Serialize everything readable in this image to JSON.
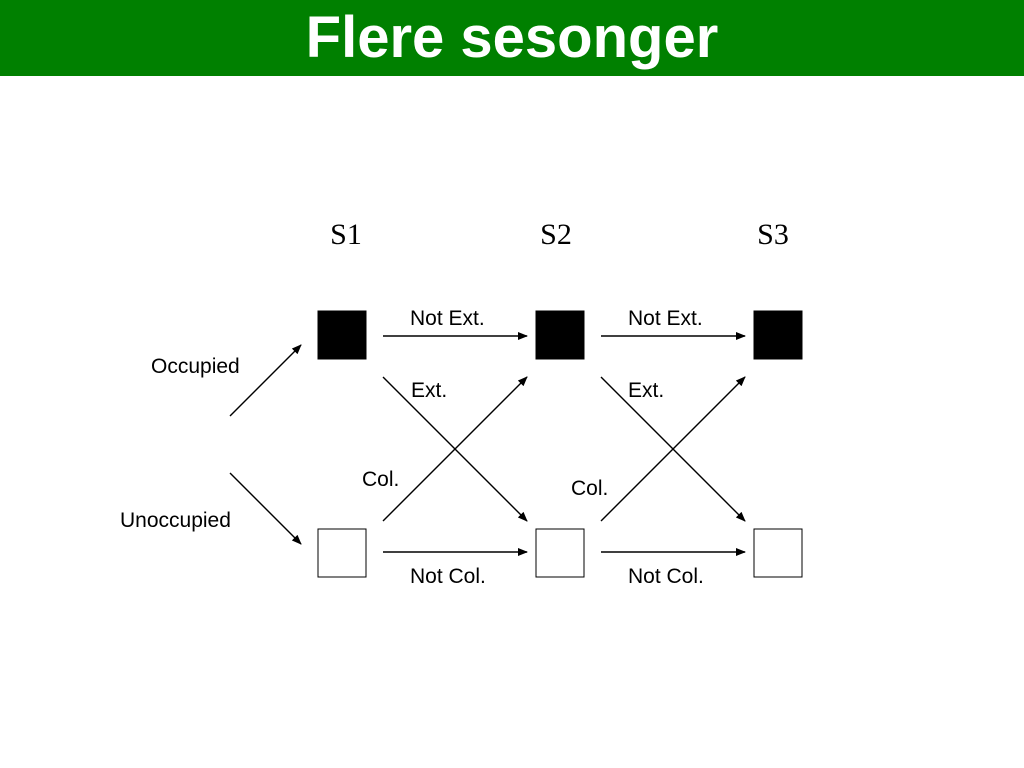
{
  "title": "Flere sesonger",
  "colors": {
    "title_bar": "#008000",
    "title_text": "#ffffff",
    "occupied_fill": "#000000",
    "unoccupied_fill": "#ffffff"
  },
  "seasons": [
    "S1",
    "S2",
    "S3"
  ],
  "states": {
    "occupied": "Occupied",
    "unoccupied": "Unoccupied"
  },
  "transitions": [
    {
      "label": "Not Ext.",
      "kind": "stay-occupied"
    },
    {
      "label": "Not Ext.",
      "kind": "stay-occupied"
    },
    {
      "label": "Ext.",
      "kind": "extinction"
    },
    {
      "label": "Ext.",
      "kind": "extinction"
    },
    {
      "label": "Col.",
      "kind": "colonization"
    },
    {
      "label": "Col.",
      "kind": "colonization"
    },
    {
      "label": "Not Col.",
      "kind": "stay-unoccupied"
    },
    {
      "label": "Not Col.",
      "kind": "stay-unoccupied"
    }
  ]
}
